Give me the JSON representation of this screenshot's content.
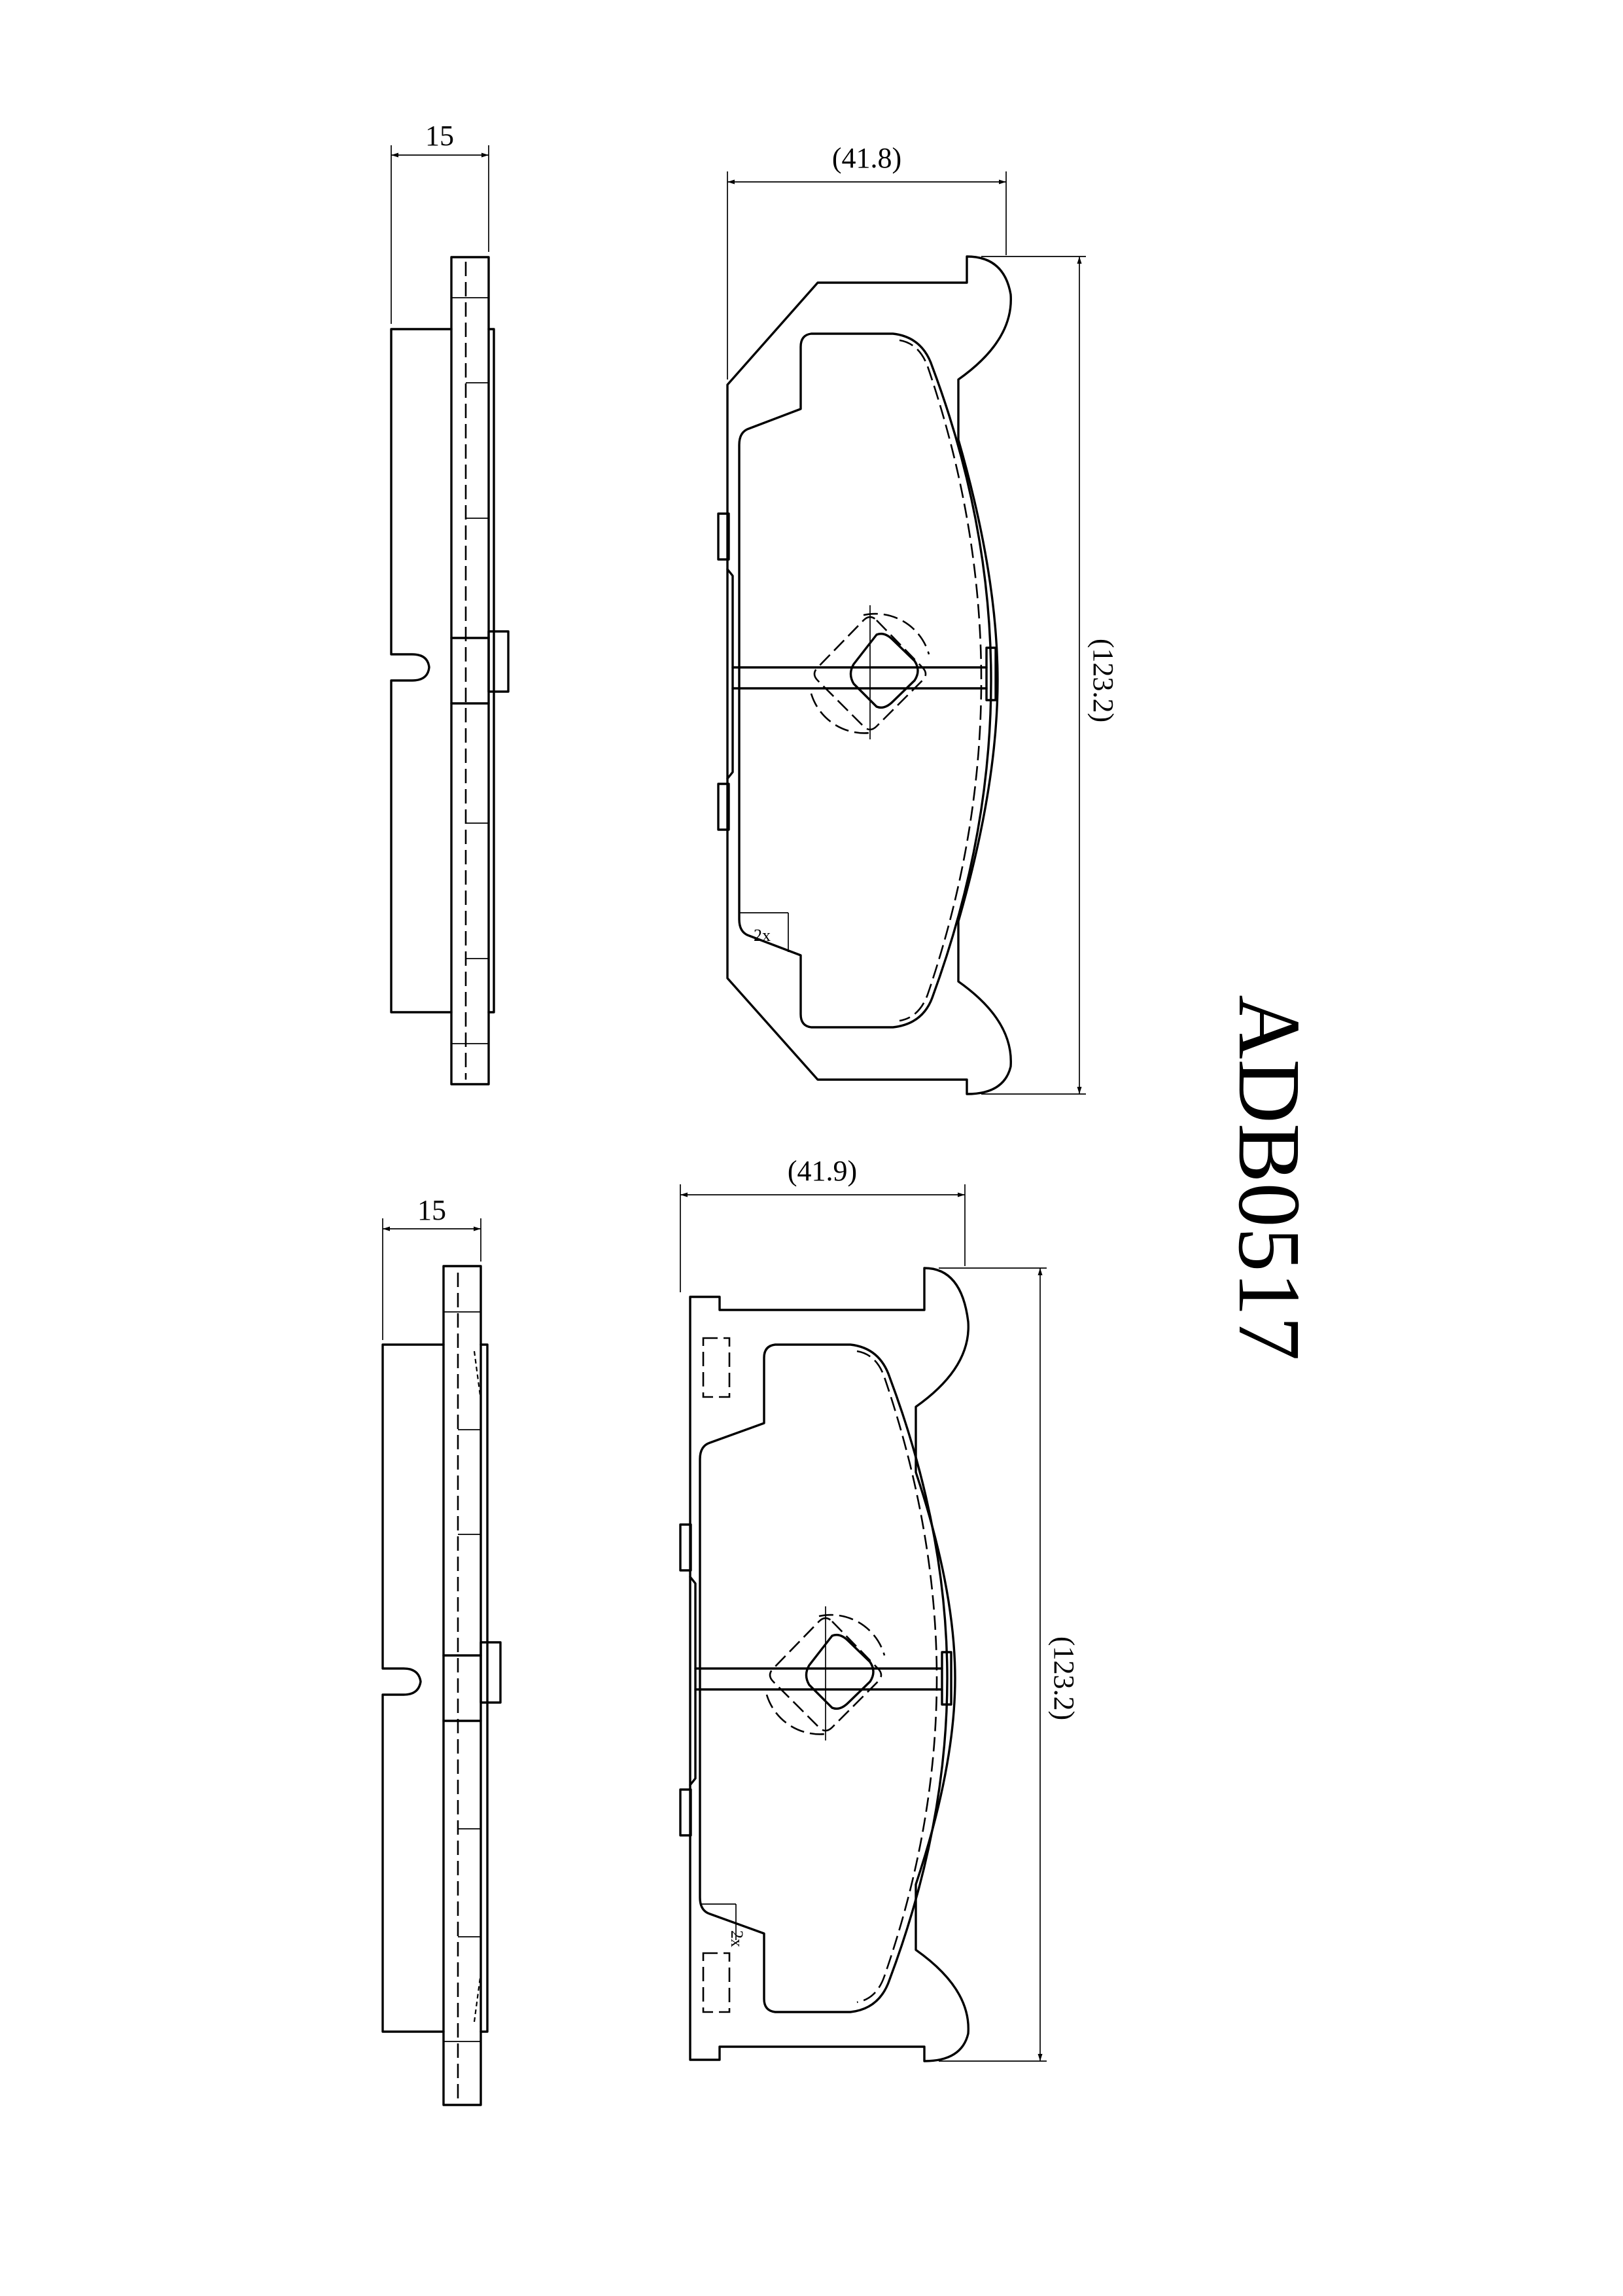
{
  "title": "ADB0517",
  "views": [
    {
      "thickness_label": "15",
      "width_label": "(41.8)",
      "height_label": "(123.2)",
      "qty_label": "2x"
    },
    {
      "thickness_label": "15",
      "width_label": "(41.9)",
      "height_label": "(123.2)",
      "qty_label": "2x"
    }
  ]
}
